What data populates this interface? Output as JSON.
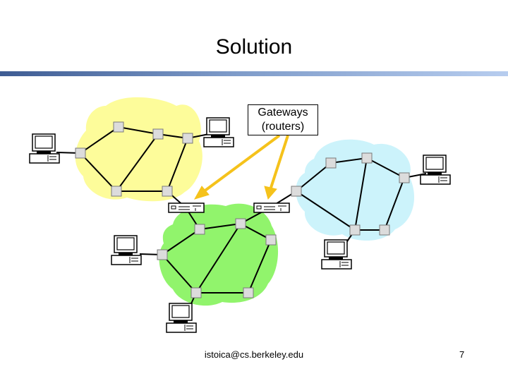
{
  "title": "Solution",
  "callout": {
    "line1": "Gateways",
    "line2": "(routers)"
  },
  "footer": "istoica@cs.berkeley.edu",
  "page_number": "7",
  "colors": {
    "cloud_yellow": "#fdfc9a",
    "cloud_green": "#91f46c",
    "cloud_blue": "#ccf3fb",
    "arrow": "#f5c21b",
    "title_rule": "#5a78b0"
  }
}
